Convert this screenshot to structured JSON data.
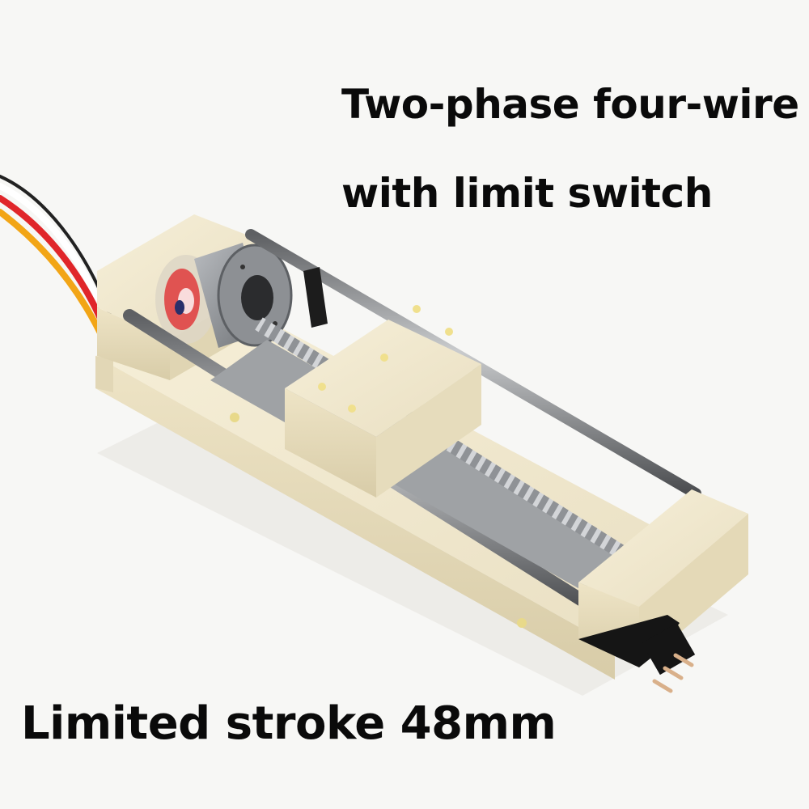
{
  "captions": {
    "line1": "Two-phase four-wire",
    "line2": "with limit switch",
    "stroke": "Limited stroke 48mm"
  },
  "product": {
    "name": "linear-slide-stepper-module",
    "components": [
      "stepper-motor",
      "lead-screw",
      "guide-rods",
      "carriage-block",
      "base-frame",
      "limit-switch",
      "lead-wires"
    ]
  },
  "colors": {
    "background": "#f7f7f5",
    "plastic": "#efe7cf",
    "plastic_shade": "#d9cfae",
    "steel": "#8a8c8f",
    "steel_light": "#c9cbcd",
    "motor": "#9a9da1",
    "switch": "#151515",
    "pins": "#d9b08a",
    "wire_red": "#e0262a",
    "wire_orange": "#f2a516",
    "wire_white": "#ffffff",
    "wire_black": "#222222",
    "text": "#0a0a0a"
  }
}
